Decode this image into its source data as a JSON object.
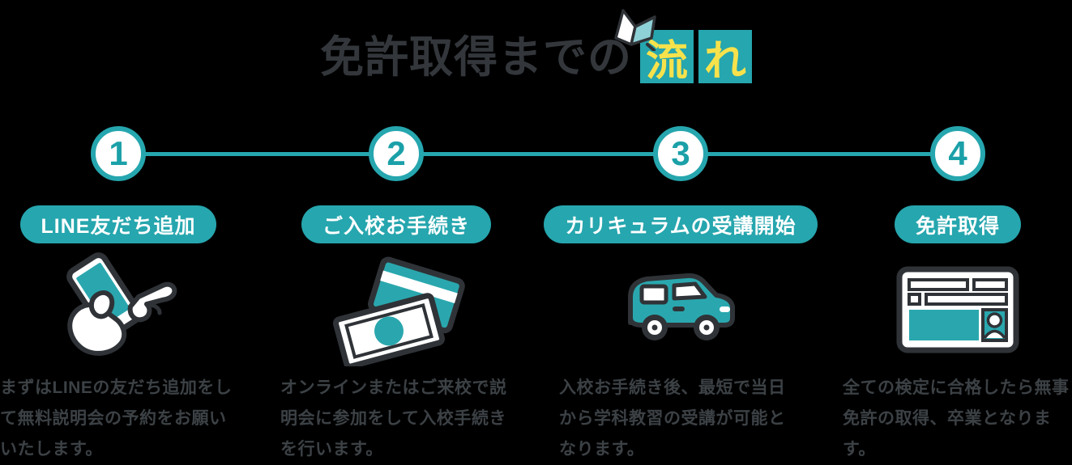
{
  "colors": {
    "background": "#000000",
    "accent_teal": "#26A6AE",
    "accent_teal_light": "#8ED1D6",
    "highlight_yellow": "#F7E24C",
    "ink_outline": "#2F3337",
    "title_color": "#33373B",
    "body_text_color": "#3C4145"
  },
  "title": {
    "prefix": "免許取得までの",
    "highlight": [
      "流",
      "れ"
    ],
    "decoration_icon": "paper-plane-icon"
  },
  "steps": [
    {
      "number": "1",
      "label": "LINE友だち追加",
      "icon": "smartphone-hand-icon",
      "description_lines": [
        "まずはLINEの友だち追加をし",
        "て無料説明会の予約をお願い",
        "いたします。"
      ]
    },
    {
      "number": "2",
      "label": "ご入校お手続き",
      "icon": "payment-card-money-icon",
      "description_lines": [
        "オンラインまたはご来校で説",
        "明会に参加をして入校手続き",
        "を行います。"
      ]
    },
    {
      "number": "3",
      "label": "カリキュラムの受講開始",
      "icon": "car-icon",
      "description_lines": [
        "入校お手続き後、最短で当日",
        "から学科教習の受講が可能と",
        "なります。"
      ]
    },
    {
      "number": "4",
      "label": "免許取得",
      "icon": "license-card-icon",
      "description_lines": [
        "全ての検定に合格したら無事",
        "免許の取得、卒業となります。"
      ]
    }
  ]
}
